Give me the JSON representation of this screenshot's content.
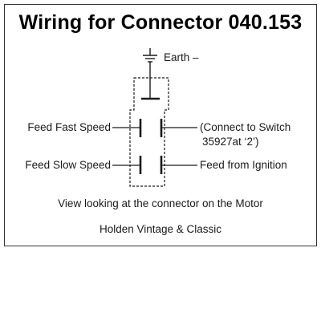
{
  "title": "Wiring for Connector 040.153",
  "earth_label": "Earth –",
  "left_labels": {
    "feed_fast": "Feed Fast Speed",
    "feed_slow": "Feed Slow Speed"
  },
  "right_labels": {
    "connect_switch_line1": "(Connect to Switch",
    "connect_switch_line2": "35927at ‘2’)",
    "feed_ignition": "Feed from Ignition"
  },
  "caption": "View looking at the connector on the Motor",
  "footer": "Holden Vintage & Classic",
  "colors": {
    "line": "#1a1a1a",
    "border": "#333333",
    "text": "#1a1a1a"
  },
  "icons": [
    "earth-ground-icon"
  ]
}
